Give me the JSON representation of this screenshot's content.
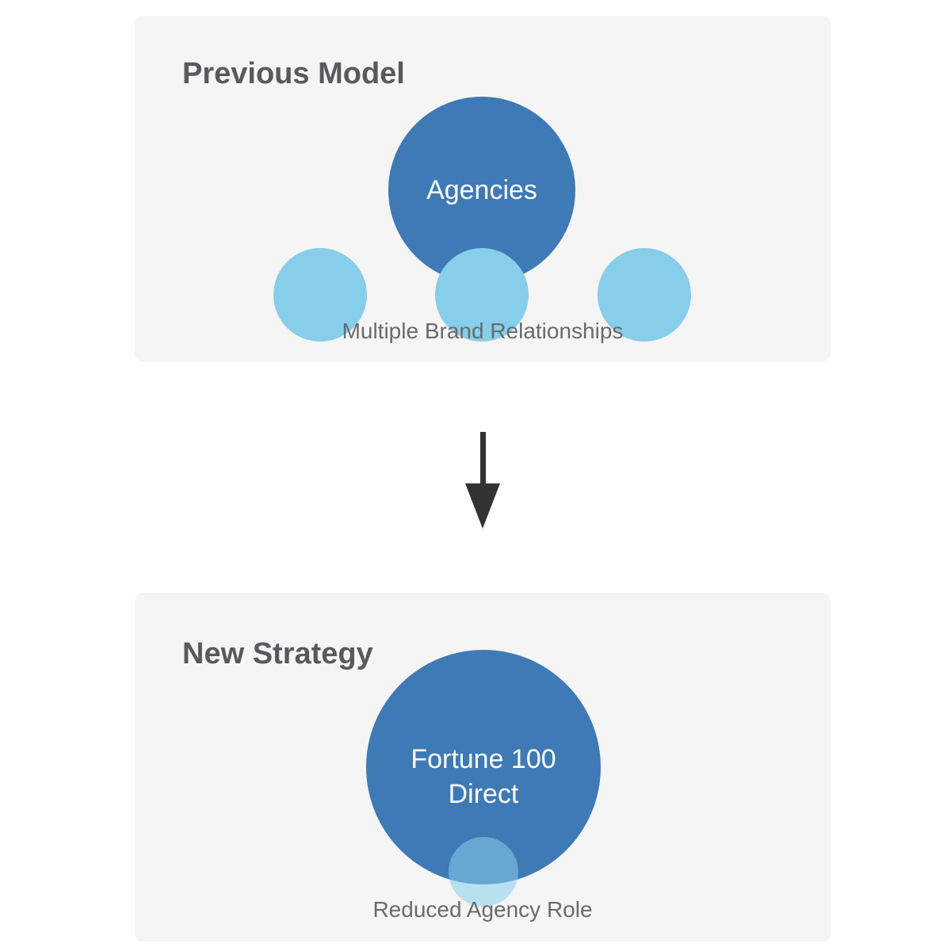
{
  "colors": {
    "panel_bg": "#f5f5f5",
    "dark_blue": "#3e7ab5",
    "light_blue": "#87ceea",
    "title_gray": "#58595b",
    "caption_gray": "#6a6a6a",
    "arrow": "#333333",
    "circle_text": "#ffffff"
  },
  "previous_model": {
    "title": "Previous Model",
    "main_circle_label": "Agencies",
    "sub_circle_count": 3,
    "caption": "Multiple Brand Relationships"
  },
  "transition": {
    "icon": "down-arrow"
  },
  "new_strategy": {
    "title": "New Strategy",
    "main_circle_label_lines": [
      "Fortune 100",
      "Direct"
    ],
    "caption": "Reduced Agency Role"
  }
}
